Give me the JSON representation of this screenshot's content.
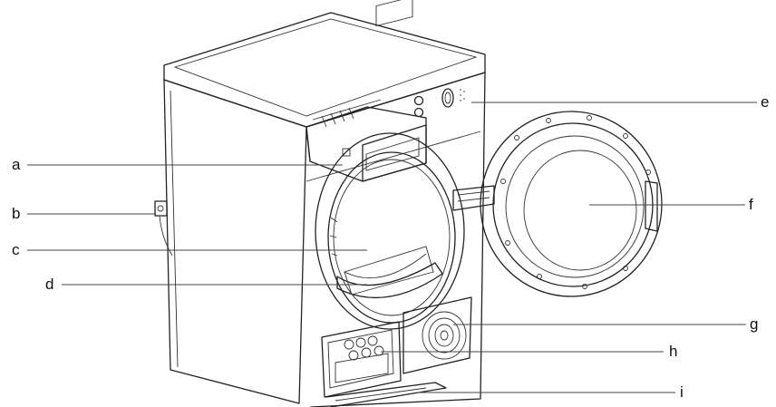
{
  "figure": {
    "labels": [
      {
        "id": "a",
        "text": "a"
      },
      {
        "id": "b",
        "text": "b"
      },
      {
        "id": "c",
        "text": "c"
      },
      {
        "id": "d",
        "text": "d"
      },
      {
        "id": "e",
        "text": "e"
      },
      {
        "id": "f",
        "text": "f"
      },
      {
        "id": "g",
        "text": "g"
      },
      {
        "id": "h",
        "text": "h"
      },
      {
        "id": "i",
        "text": "i"
      }
    ],
    "line_color": "#222222",
    "background": "#ffffff"
  }
}
